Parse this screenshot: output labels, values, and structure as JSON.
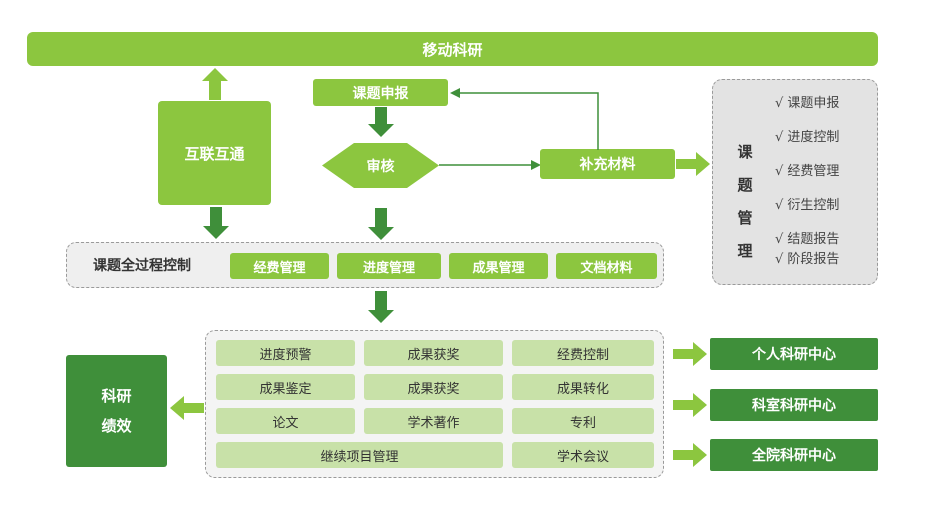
{
  "banner": {
    "label": "移动科研"
  },
  "interconnect": {
    "label": "互联互通"
  },
  "flow": {
    "apply": "课题申报",
    "review": "审核",
    "supplement": "补充材料"
  },
  "project_mgmt": {
    "title_chars": [
      "课",
      "题",
      "管",
      "理"
    ],
    "items": [
      "√ 课题申报",
      "√ 进度控制",
      "√ 经费管理",
      "√ 衍生控制",
      "√ 结题报告",
      "√ 阶段报告"
    ]
  },
  "process_control": {
    "label": "课题全过程控制",
    "buttons": [
      "经费管理",
      "进度管理",
      "成果管理",
      "文档材料"
    ]
  },
  "grid": {
    "row1": [
      "进度预警",
      "成果获奖",
      "经费控制"
    ],
    "row2": [
      "成果鉴定",
      "成果获奖",
      "成果转化"
    ],
    "row3": [
      "论文",
      "学术著作",
      "专利"
    ],
    "row4": [
      "继续项目管理",
      "学术会议"
    ]
  },
  "performance": {
    "label_line1": "科研",
    "label_line2": "绩效"
  },
  "centers": [
    "个人科研中心",
    "科室科研中心",
    "全院科研中心"
  ],
  "colors": {
    "light_green": "#8cc63f",
    "dark_green": "#3f8f3a",
    "pale_green": "#c8e1a8",
    "gray_panel": "#e3e3e3"
  }
}
